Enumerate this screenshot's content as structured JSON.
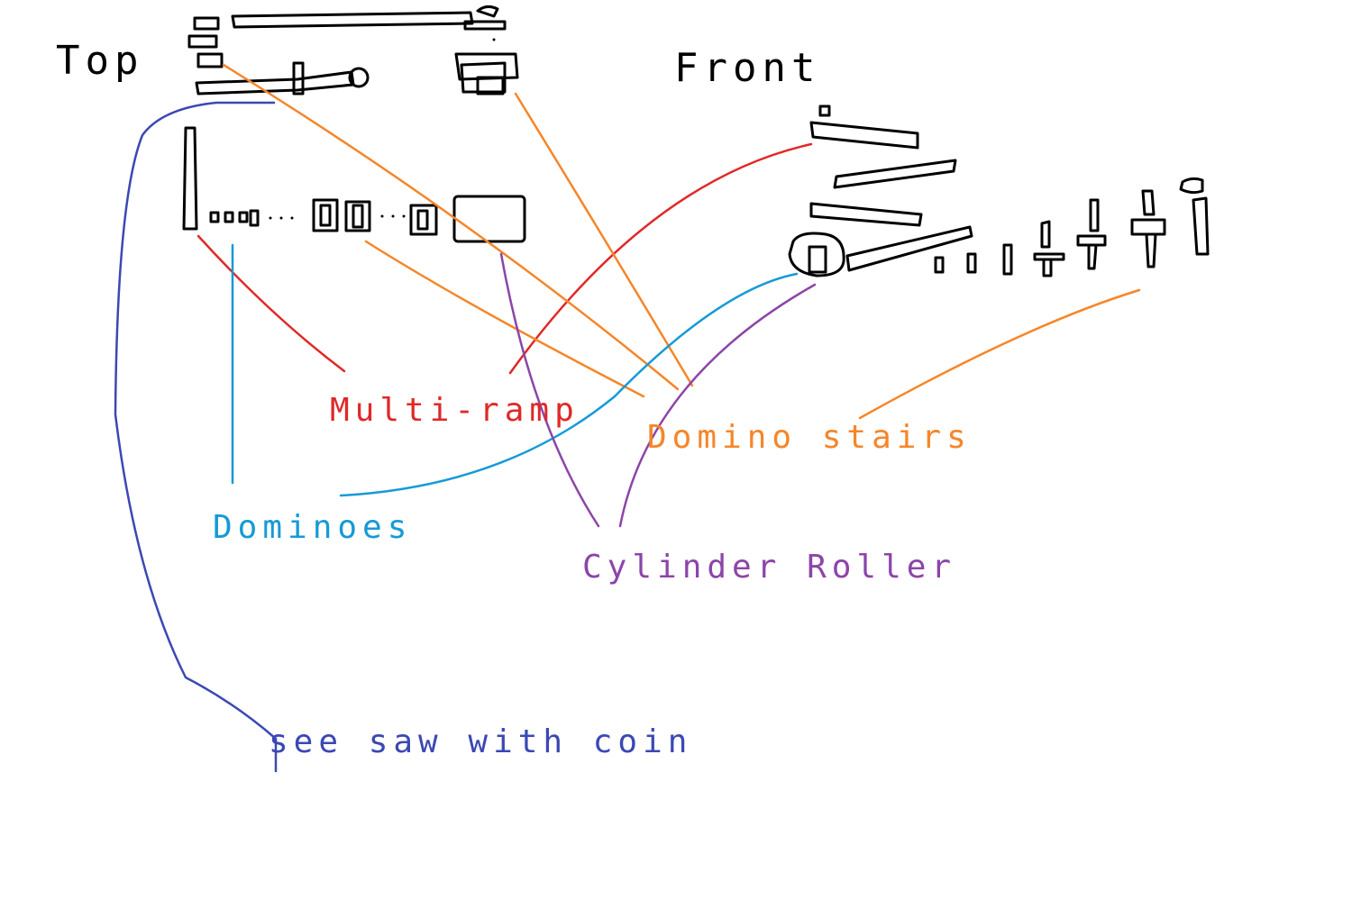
{
  "views": {
    "top": "Top",
    "front": "Front"
  },
  "parts": {
    "multi_ramp": {
      "label": "Multi-ramp",
      "color": "#e02828"
    },
    "domino_stairs": {
      "label": "Domino stairs",
      "color": "#f5862a"
    },
    "dominoes": {
      "label": "Dominoes",
      "color": "#169ad6"
    },
    "cylinder_roller": {
      "label": "Cylinder Roller",
      "color": "#8c45a8"
    },
    "see_saw": {
      "label": "see saw with coin",
      "color": "#3b48b4"
    }
  },
  "ink_color": "#000000"
}
